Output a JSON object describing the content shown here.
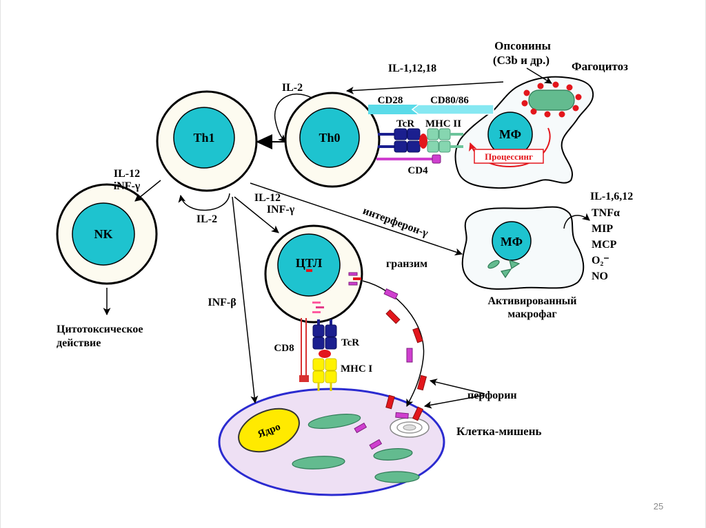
{
  "cells": {
    "th1": "Th1",
    "th0": "Th0",
    "nk": "NK",
    "ctl": "ЦТЛ",
    "macrophage": "МФ",
    "activated_macrophage": "МФ",
    "nucleus": "Ядро"
  },
  "labels": {
    "opsonins": "Опсонины",
    "opsonins_examples": "(C3b и др.)",
    "phagocytosis": "Фагоцитоз",
    "mf_to_th0_cytokines": "IL-1,12,18",
    "th0_autocrine": "IL-2",
    "cd28": "CD28",
    "cd80_86": "CD80/86",
    "tcr_th0": "TcR",
    "mhc_ii": "MHC II",
    "cd4": "CD4",
    "processing": "Процессинг",
    "th1_to_nk_il12": "IL-12",
    "th1_to_nk_inf": "iNF-γ",
    "th1_autocrine": "IL-2",
    "th1_to_ctl_il12": "IL-12",
    "th1_to_ctl_inf": "INF-γ",
    "interferon": "интерферон-γ",
    "inf_beta": "INF-β",
    "cytotoxic_effect_line1": "Цитотоксическое",
    "cytotoxic_effect_line2": "действие",
    "granzyme": "гранзим",
    "cd8": "CD8",
    "tcr_ctl": "TcR",
    "mhc_i": "MHC I",
    "perforin": "перфорин",
    "target_cell": "Клетка-мишень",
    "activated_macrophage_line1": "Активированный",
    "activated_macrophage_line2": "макрофаг"
  },
  "secreted_products": [
    "IL-1,6,12",
    "TNFα",
    "MIP",
    "MCP",
    "O₂⁻",
    "NO"
  ],
  "slide": {
    "page_number": "25"
  },
  "colors": {
    "cell_body": "#fdfbf0",
    "cell_nucleus": "#1ec3cf",
    "macrophage_body": "#f6fafb",
    "green": "#63bb8f",
    "red": "#e3161c",
    "navy": "#1b1f8f",
    "magenta": "#cf3fcf",
    "yellow": "#fff200",
    "target_body": "#eee0f4",
    "target_outline": "#2b2bd0",
    "nucleus_yellow": "#ffea00"
  }
}
